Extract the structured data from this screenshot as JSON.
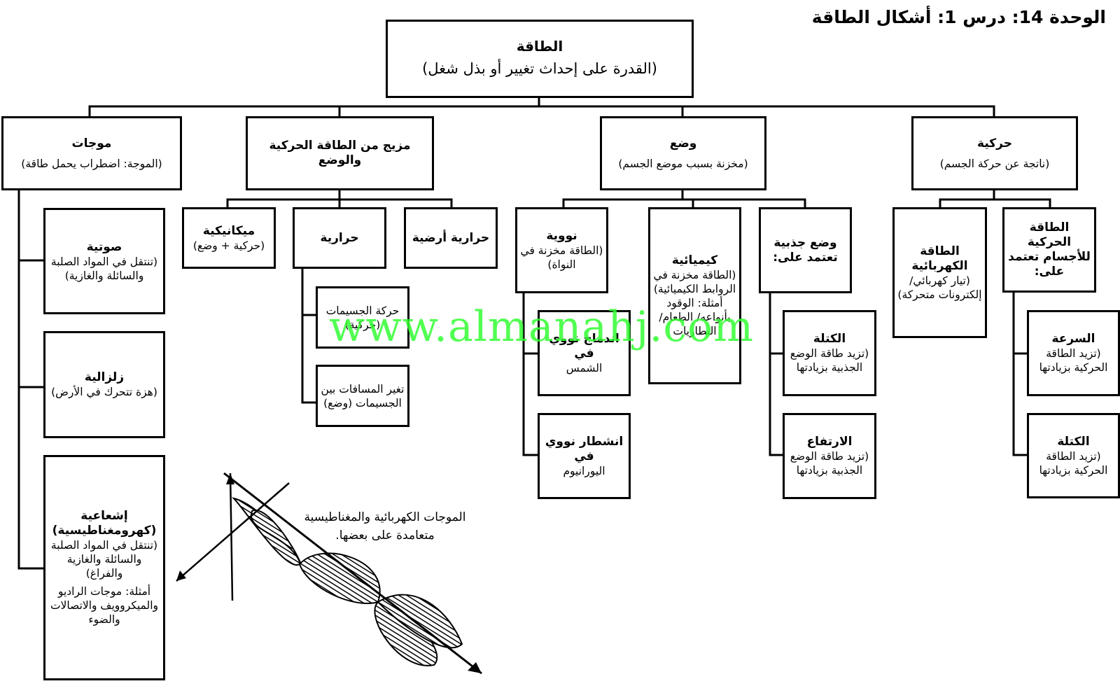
{
  "header": {
    "unit_title": "الوحدة 14: درس 1: أشكال الطاقة"
  },
  "root": {
    "title": "الطاقة",
    "subtitle": "(القدرة على إحداث تغيير أو بذل شغل)"
  },
  "kinetic": {
    "title": "حركية",
    "subtitle": "(ناتجة عن حركة الجسم)",
    "objects": {
      "title": "الطاقة الحركية للأجسام تعتمد على:"
    },
    "speed": {
      "title": "السرعة",
      "text": "(تزيد الطاقة الحركية بزيادتها"
    },
    "mass": {
      "title": "الكتلة",
      "text": "(تزيد الطاقة الحركية بزيادتها"
    },
    "electric": {
      "title": "الطاقة الكهربائية",
      "text": "(تيار كهربائي/ إلكترونات متحركة)"
    }
  },
  "potential": {
    "title": "وضع",
    "subtitle": "(مخزنة بسبب موضع الجسم)",
    "gravitational": {
      "title": "وضع جذبية تعتمد على:"
    },
    "mass": {
      "title": "الكتلة",
      "text": "(تزيد طاقة الوضع الجذبية بزيادتها"
    },
    "height": {
      "title": "الارتفاع",
      "text": "(تزيد طاقة الوضع الجذبية بزيادتها"
    },
    "chemical": {
      "title": "كيميائية",
      "text": "(الطاقة مخزنة في الروابط الكيميائية)",
      "examples": "أمثلة: الوقود بأنواعه/ الطعام/ البطاريات"
    },
    "nuclear": {
      "title": "نووية",
      "text": "(الطاقة مخزنة في النواة)"
    },
    "fusion": {
      "title": "اندماج نووي في",
      "text": "الشمس"
    },
    "fission": {
      "title": "انشطار نووي في",
      "text": "اليورانيوم"
    }
  },
  "mixed": {
    "title": "مزيج من الطاقة الحركية والوضع",
    "geothermal": {
      "title": "حرارية أرضية"
    },
    "thermal": {
      "title": "حرارية"
    },
    "mechanical": {
      "title": "ميكانيكية",
      "text": "(حركية + وضع)"
    },
    "particle_motion": {
      "text": "حركة الجسيمات (حركية)"
    },
    "particle_distance": {
      "text": "تغير المسافات بين الجسيمات (وضع)"
    }
  },
  "waves": {
    "title": "موجات",
    "subtitle": "(الموجة: اضطراب يحمل طاقة)",
    "sound": {
      "title": "صوتية",
      "text": "(تنتقل في المواد الصلبة والسائلة والغازية)"
    },
    "seismic": {
      "title": "زلزالية",
      "text": "(هزة تتحرك في الأرض)"
    },
    "radiant": {
      "title": "إشعاعية (كهرومغناطيسية)",
      "text": "(تنتقل في المواد الصلبة والسائلة والغازية والفراغ)",
      "examples": "أمثلة: موجات الراديو والميكروويف والاتصالات والضوء"
    },
    "em_caption": "الموجات الكهربائية والمغناطيسية متعامدة على بعضها."
  },
  "watermark": "www.almanahj.com"
}
